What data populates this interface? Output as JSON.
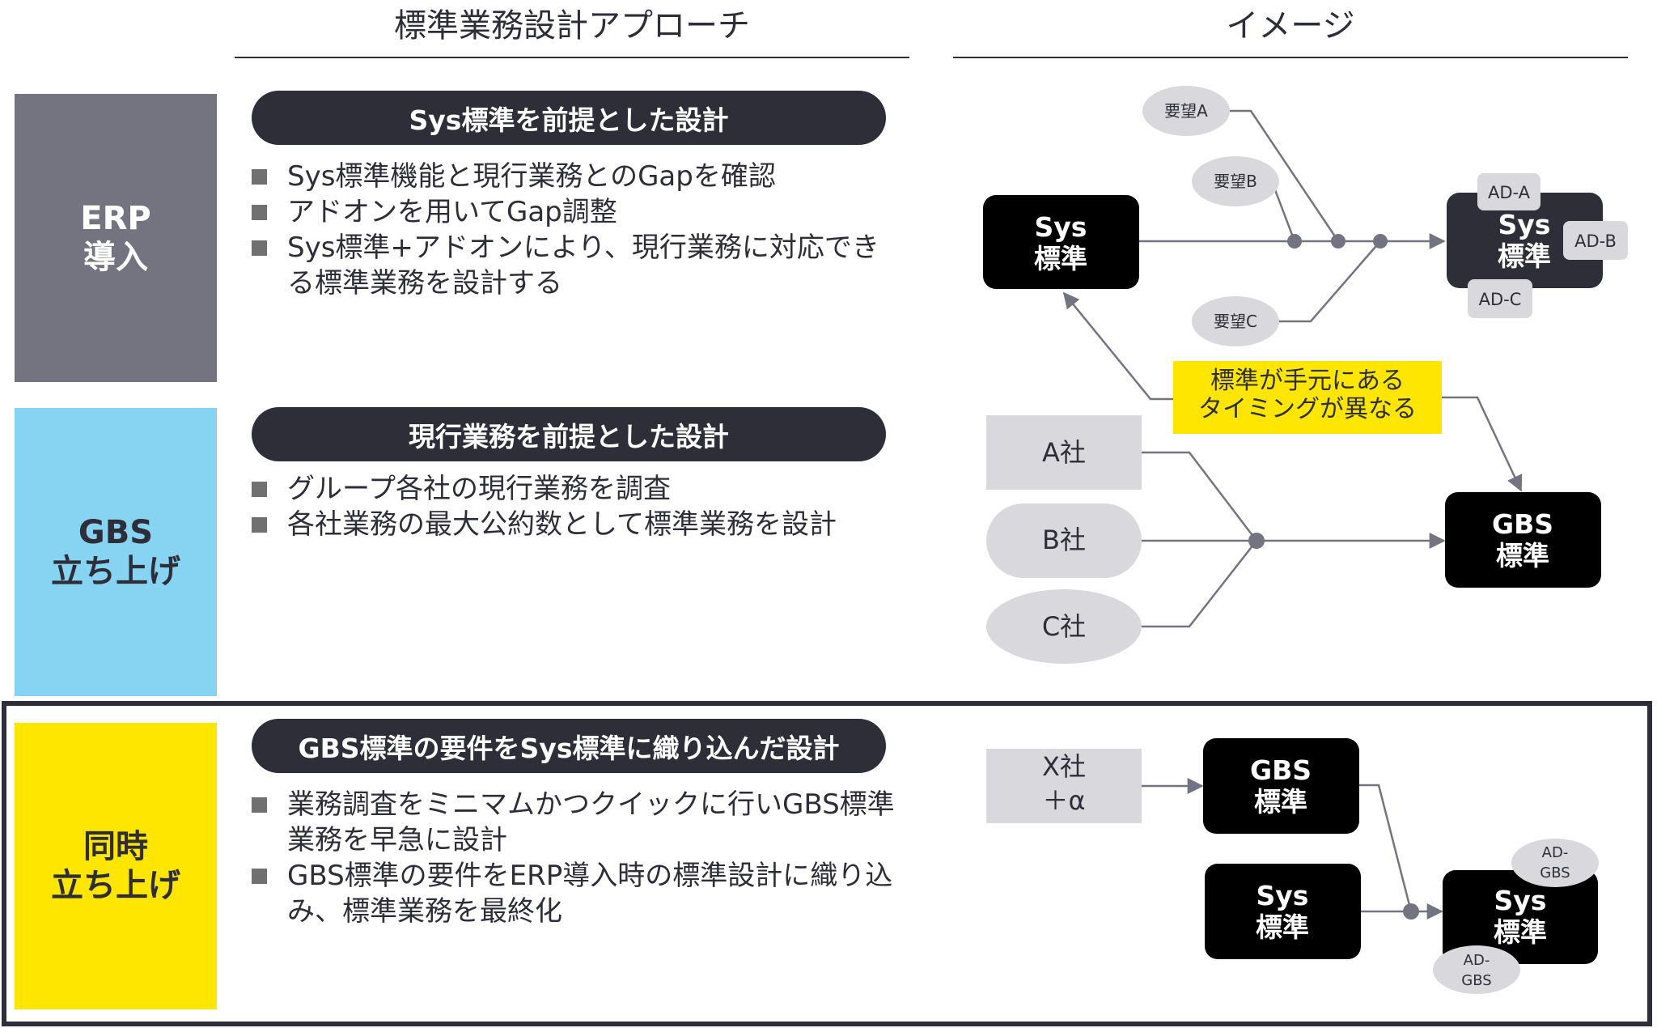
{
  "headers": {
    "approach": "標準業務設計アプローチ",
    "image": "イメージ"
  },
  "colors": {
    "dark": "#2e2e38",
    "erp_block": "#747480",
    "gbs_block": "#87d3f2",
    "sim_block": "#ffe600",
    "grey_box": "#d9d9dd",
    "yellow_note": "#ffe600"
  },
  "rows": [
    {
      "label": "ERP\n導入",
      "pill": "Sys標準を前提とした設計",
      "bullets": [
        "Sys標準機能と現行業務とのGapを確認",
        "アドオンを用いてGap調整",
        "Sys標準+アドオンにより、現行業務に対応できる標準業務を設計する"
      ]
    },
    {
      "label": "GBS\n立ち上げ",
      "pill": "現行業務を前提とした設計",
      "bullets": [
        "グループ各社の現行業務を調査",
        "各社業務の最大公約数として標準業務を設計"
      ]
    },
    {
      "label": "同時\n立ち上げ",
      "pill": "GBS標準の要件をSys標準に織り込んだ設計",
      "bullets": [
        "業務調査をミニマムかつクイックに行いGBS標準業務を早急に設計",
        "GBS標準の要件をERP導入時の標準設計に織り込み、標準業務を最終化"
      ]
    }
  ],
  "diagram_erp": {
    "sys_line1": "Sys",
    "sys_line2": "標準",
    "req_a": "要望A",
    "req_b": "要望B",
    "req_c": "要望C",
    "target_line1": "Sys",
    "target_line2": "標準",
    "ad_a": "AD-A",
    "ad_b": "AD-B",
    "ad_c": "AD-C"
  },
  "note": {
    "line1": "標準が手元にある",
    "line2": "タイミングが異なる"
  },
  "diagram_gbs": {
    "company_a": "A社",
    "company_b": "B社",
    "company_c": "C社",
    "target_line1": "GBS",
    "target_line2": "標準"
  },
  "diagram_sim": {
    "x_line1": "X社",
    "x_line2": "＋α",
    "gbs_line1": "GBS",
    "gbs_line2": "標準",
    "sys_line1": "Sys",
    "sys_line2": "標準",
    "target_line1": "Sys",
    "target_line2": "標準",
    "ad_gbs_top_1": "AD-",
    "ad_gbs_top_2": "GBS",
    "ad_gbs_bottom_1": "AD-",
    "ad_gbs_bottom_2": "GBS"
  }
}
